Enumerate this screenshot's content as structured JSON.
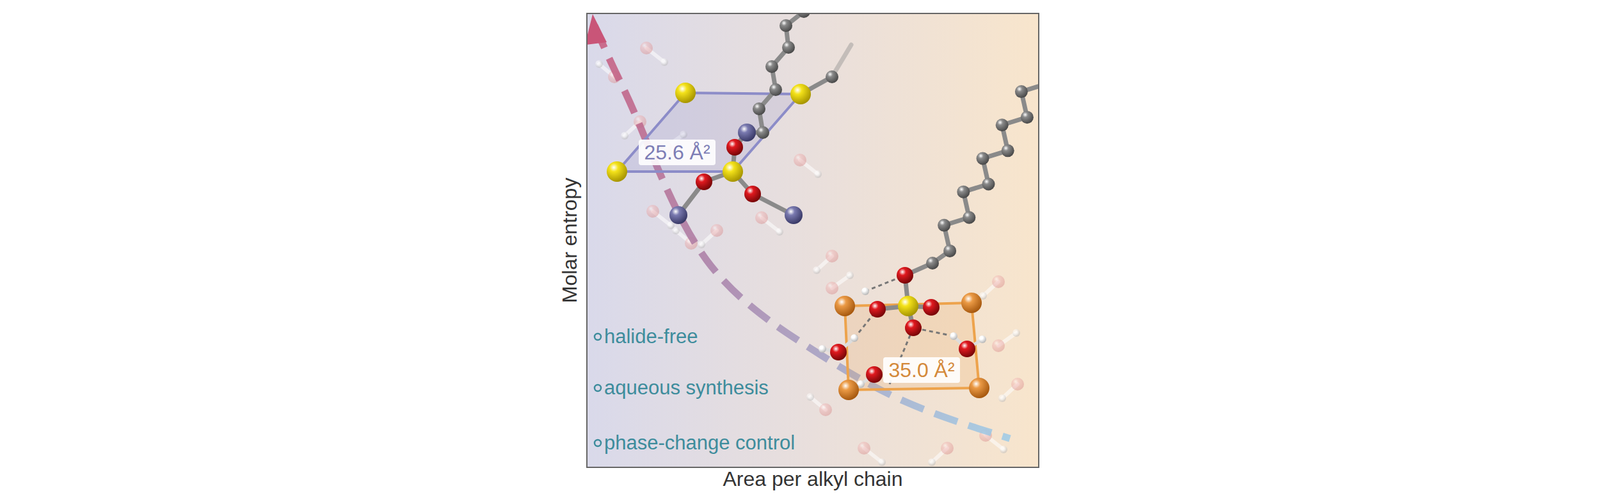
{
  "diagram": {
    "nodes": [
      {
        "text": [
          "25.6 Å²"
        ]
      },
      {
        "text": [
          "35.0 Å²"
        ]
      }
    ],
    "labels": [
      "Molar entropy",
      "Area per alkyl chain",
      "halide-free",
      "aqueous synthesis",
      "phase-change control"
    ]
  }
}
